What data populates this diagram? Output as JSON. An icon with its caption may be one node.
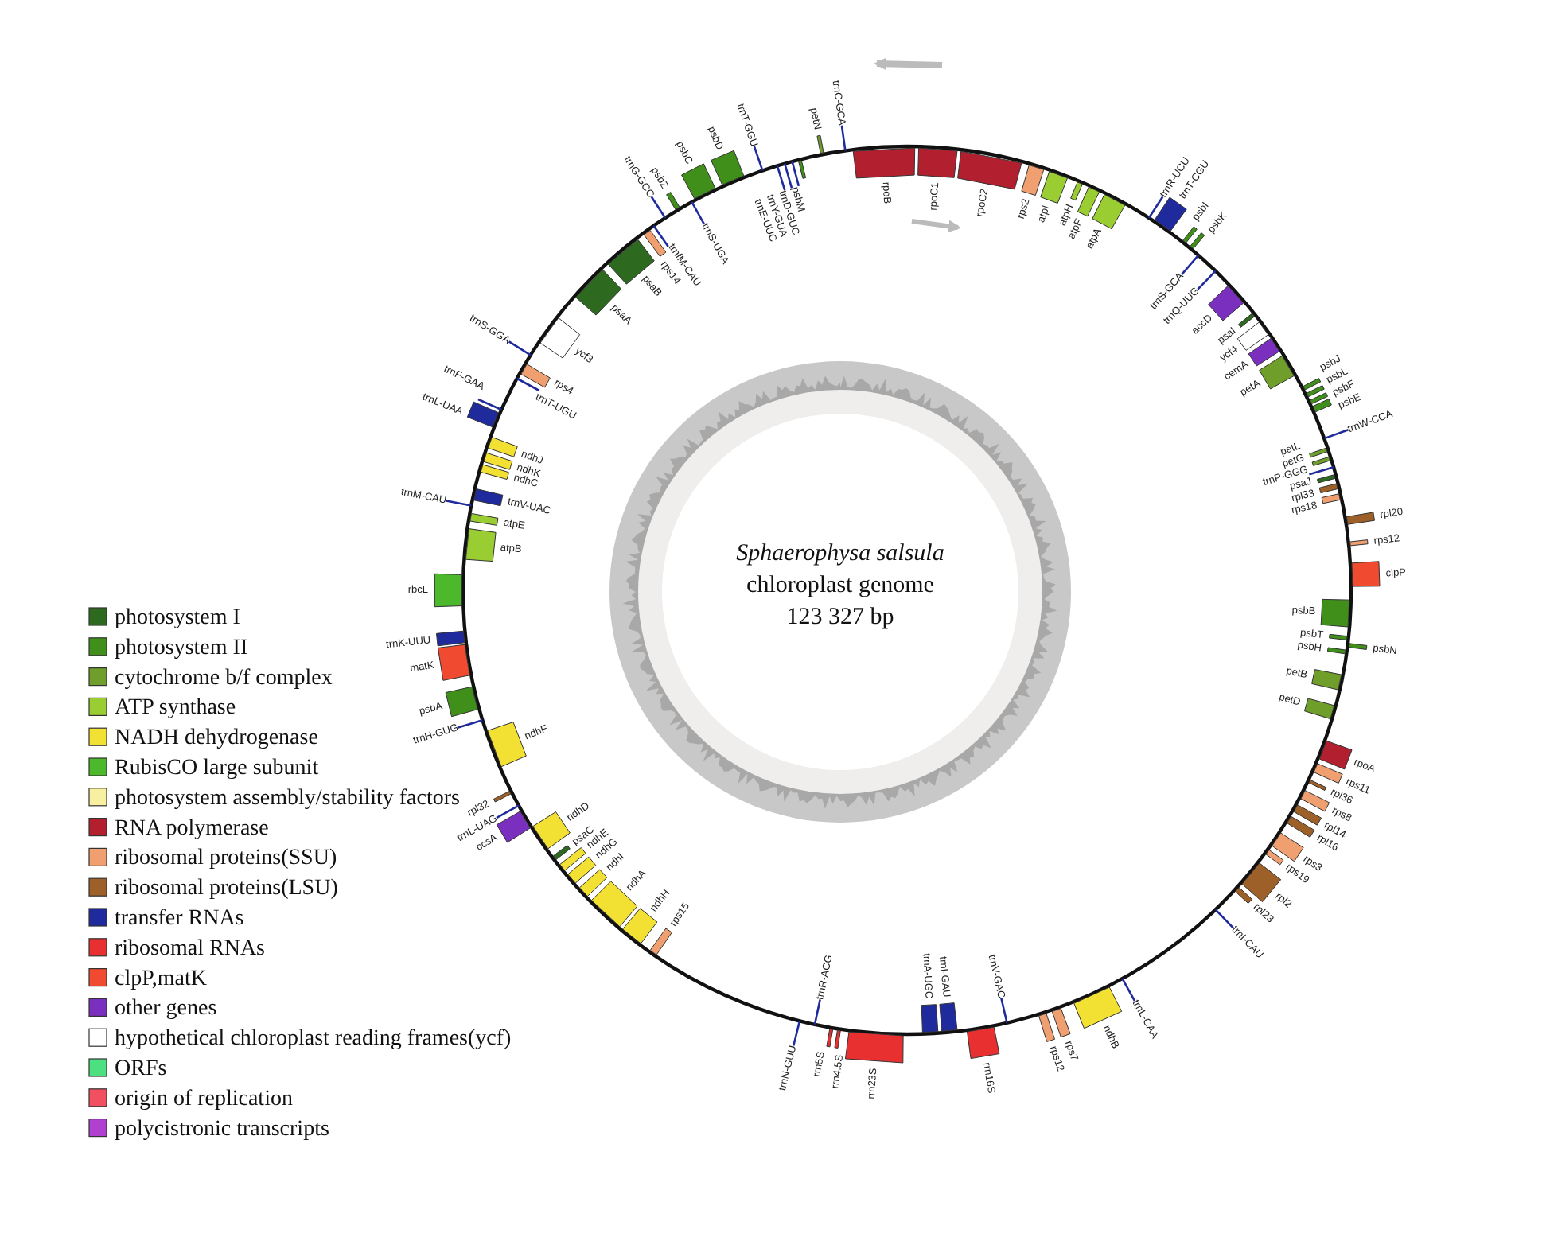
{
  "diagram": {
    "labels": [
      "rpoB",
      "rpoC1",
      "rpoC2",
      "rps2",
      "atpI",
      "atpH",
      "atpF",
      "atpA",
      "trnR-UCU",
      "trnT-CGU",
      "psbI",
      "psbK",
      "trnS-GCA",
      "trnQ-UUG",
      "accD",
      "psaI",
      "ycf4",
      "cemA",
      "petA",
      "psbJ",
      "psbL",
      "psbF",
      "psbE",
      "trnW-CCA",
      "petL",
      "petG",
      "trnP-GGG",
      "psaJ",
      "rpl33",
      "rps18",
      "rpl20",
      "rps12",
      "clpP",
      "psbB",
      "psbT",
      "psbH",
      "psbN",
      "petB",
      "petD",
      "rpoA",
      "rps11",
      "rpl36",
      "rps8",
      "rpl14",
      "rpl16",
      "rps3",
      "rps19",
      "rpl2",
      "rpl23",
      "trnI-CAU",
      "trnL-CAA",
      "ndhB",
      "rps7",
      "rps12",
      "trnV-GAC",
      "rrn16S",
      "trnA-UGC",
      "trnI-GAU",
      "rrn5S",
      "rrn4.5S",
      "rrn23S",
      "trnR-ACG",
      "trnN-GUU",
      "rps15",
      "ndhH",
      "ndhA",
      "ndhI",
      "ndhG",
      "ndhE",
      "psaC",
      "ndhD",
      "ccsA",
      "trnL-UAG",
      "rpl32",
      "ndhF",
      "trnH-GUG",
      "psbA",
      "matK",
      "trnK-UUU",
      "rbcL",
      "atpB",
      "atpE",
      "trnV-UAC",
      "trnM-CAU",
      "ndhC",
      "ndhK",
      "ndhJ",
      "trnF-GAA",
      "trnL-UAA",
      "trnT-UGU",
      "rps4",
      "trnS-GGA",
      "ycf3",
      "psaA",
      "psaB",
      "rps14",
      "trnfM-CAU",
      "trnG-GCC",
      "psbZ",
      "trnS-UGA",
      "psbC",
      "psbD",
      "trnT-GGU",
      "trnE-UUC",
      "trnY-GUA",
      "trnD-GUC",
      "psbM",
      "petN",
      "trnC-GCA",
      "Sphaerophysa salsula",
      "chloroplast genome",
      "123 327 bp"
    ],
    "legend": [
      {
        "text": "photosystem I",
        "color": "#2d6a1f"
      },
      {
        "text": "photosystem II",
        "color": "#3f8f1a"
      },
      {
        "text": "cytochrome b/f complex",
        "color": "#6f9e2b"
      },
      {
        "text": "ATP synthase",
        "color": "#9acd32"
      },
      {
        "text": "NADH dehydrogenase",
        "color": "#f2e033"
      },
      {
        "text": "RubisCO large subunit",
        "color": "#4cb82c"
      },
      {
        "text": "photosystem assembly/stability factors",
        "color": "#f7f0a0"
      },
      {
        "text": "RNA polymerase",
        "color": "#b22030"
      },
      {
        "text": "ribosomal proteins(SSU)",
        "color": "#f0a070"
      },
      {
        "text": "ribosomal proteins(LSU)",
        "color": "#9c6028"
      },
      {
        "text": "transfer RNAs",
        "color": "#1f2a9c"
      },
      {
        "text": "ribosomal RNAs",
        "color": "#e83030"
      },
      {
        "text": "clpP,matK",
        "color": "#f04a30"
      },
      {
        "text": "other genes",
        "color": "#7b2fbf"
      },
      {
        "text": "hypothetical chloroplast reading frames(ycf)",
        "color": "#ffffff"
      },
      {
        "text": "ORFs",
        "color": "#4de080"
      },
      {
        "text": "origin of replication",
        "color": "#f05060"
      },
      {
        "text": "polycistronic transcripts",
        "color": "#b040d0"
      }
    ]
  }
}
